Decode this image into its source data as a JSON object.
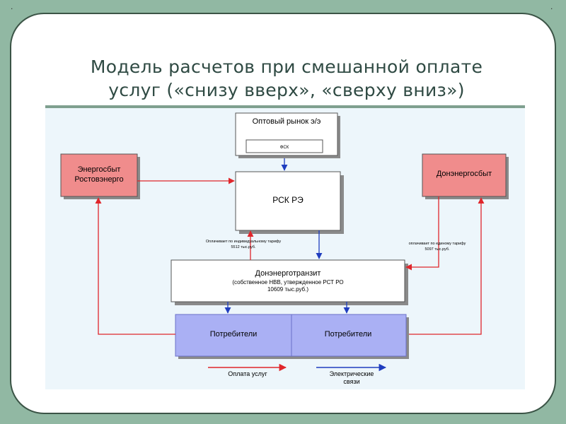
{
  "slide": {
    "title_line1": "Модель расчетов при смешанной оплате",
    "title_line2": "услуг («снизу вверх», «сверху вниз»)",
    "corner_mark": "."
  },
  "diagram": {
    "wholesale_market": {
      "label": "Оптовый рынок э/э",
      "inner_label": "ФСК"
    },
    "rsk": {
      "label": "РСК РЭ"
    },
    "energosbyt": {
      "line1": "Энергосбыт",
      "line2": "Ростовэнерго"
    },
    "donenergosbyt": {
      "label": "Донэнергосбыт"
    },
    "donenergotransit": {
      "line1": "Донэнерготранзит",
      "line2": "(собственное НВВ, утвержденное РСТ РО",
      "line3": "10609 тыс.руб.)"
    },
    "consumers_left": {
      "label": "Потребители"
    },
    "consumers_right": {
      "label": "Потребители"
    },
    "note_individual": {
      "line1": "Оплачивает по индивидуальному тарифу",
      "line2": "5512 тыс.руб."
    },
    "note_unified": {
      "line1": "оплачивает по единому тарифу",
      "line2": "5097 тыс.руб."
    },
    "legend": {
      "payment_label": "Оплата услуг",
      "electric_line1": "Электрические",
      "electric_line2": "связи"
    },
    "colors": {
      "payment_arrow": "#e0262b",
      "electric_arrow": "#1f3dbf",
      "sales_box": "#f08c8c",
      "consumer_box": "#aab0f4",
      "box_shadow": "#8a8a8a"
    }
  }
}
